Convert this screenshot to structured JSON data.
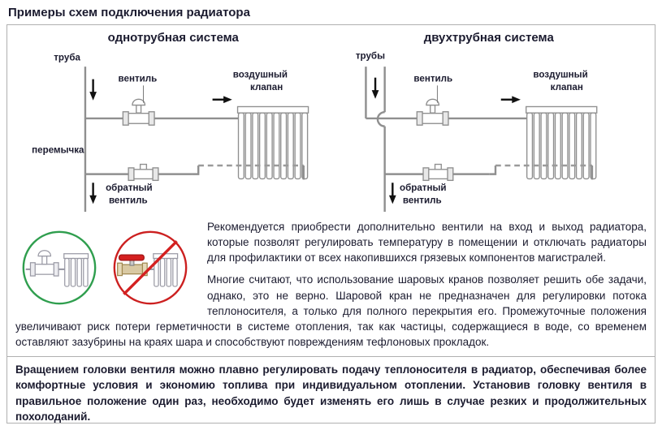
{
  "page": {
    "title": "Примеры схем подключения радиатора"
  },
  "diagrams": {
    "single_pipe": {
      "heading": "однотрубная система",
      "labels": {
        "pipe": "труба",
        "valve": "вентиль",
        "air_valve_1": "воздушный",
        "air_valve_2": "клапан",
        "bypass": "перемычка",
        "return_valve_1": "обратный",
        "return_valve_2": "вентиль"
      }
    },
    "two_pipe": {
      "heading": "двухтрубная система",
      "labels": {
        "pipes": "трубы",
        "valve": "вентиль",
        "air_valve_1": "воздушный",
        "air_valve_2": "клапан",
        "return_valve_1": "обратный",
        "return_valve_2": "вентиль"
      }
    }
  },
  "icons": {
    "recommended": "radiator-valve-in-green-circle",
    "prohibited": "ball-valve-crossed-out-in-red-circle"
  },
  "text": {
    "paragraph_1": "Рекомендуется приобрести дополнительно вентили на вход и выход радиатора, которые позволят регулировать температуру в помещении и отключать радиаторы для профилактики от всех накопившихся грязевых компонентов магистралей.",
    "paragraph_2": "Многие считают, что использование шаровых кранов позволяет решить обе задачи, однако, это не верно. Шаровой кран не предназначен для регулировки потока теплоносителя, а только для полного перекрытия его. Промежуточные положения увеличивают риск потери герметичности в системе отопления, так как частицы, содержащиеся в воде, со временем оставляют зазубрины на краях шара и способствуют повреждениям тефлоновых прокладок.",
    "paragraph_3": "Вращением головки вентиля можно плавно регулировать подачу теплоносителя в радиатор, обеспечивая более комфортные условия и экономию топлива при индивидуальном отоплении. Установив головку вентиля в правильное положение один раз, необходимо будет изменять его лишь в случае резких и продолжительных похолоданий."
  },
  "colors": {
    "text": "#1b1b2f",
    "diagram_line": "#8f8f8f",
    "allowed_circle_green": "#2f9e4e",
    "prohibited_circle_red": "#cc2020",
    "border_gray": "#b0b0b0"
  }
}
